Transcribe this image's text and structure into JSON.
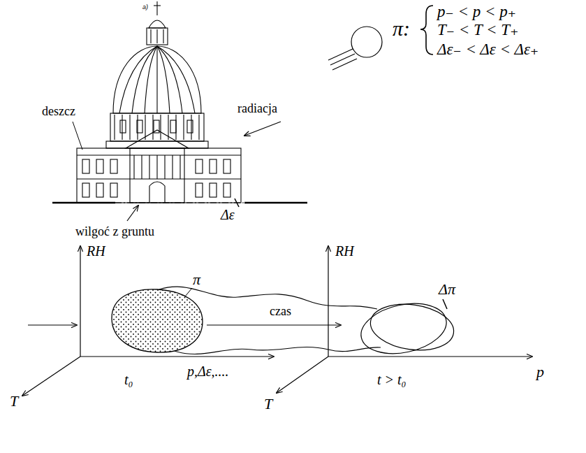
{
  "diagram": {
    "labels": [
      "a)",
      "deszcz",
      "radiacja",
      "Δε",
      "wilgoć z gruntu",
      "π:",
      "p₋ < p < p₊",
      "T₋ < T < T₊",
      "Δε₋ < Δε < Δε₊",
      "RH",
      "π",
      "T",
      "t₀",
      "p,Δε,....",
      "czas",
      "RH",
      "Δπ",
      "T",
      "t > t₀",
      "p"
    ]
  }
}
